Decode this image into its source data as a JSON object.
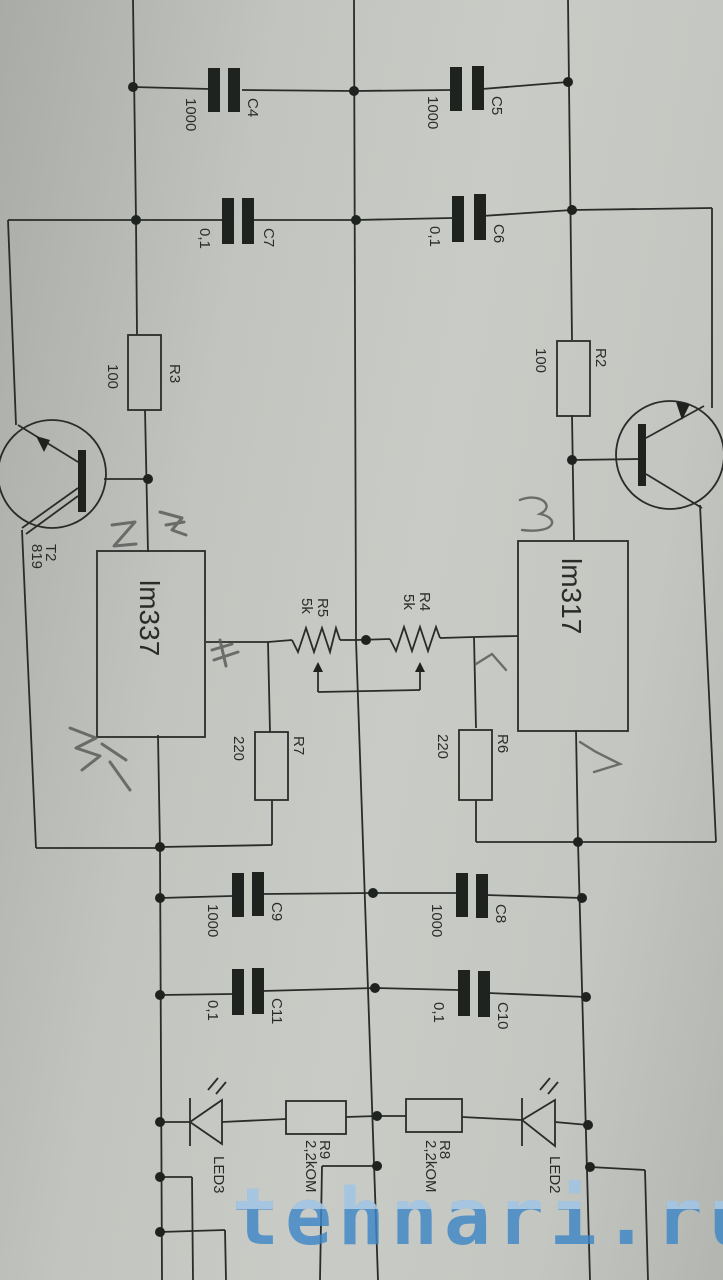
{
  "diagram": {
    "type": "circuit-schematic",
    "description": "Bipolar adjustable power supply (photo of printed schematic, rotated)",
    "capacitors": [
      {
        "ref": "C4",
        "value": "1000"
      },
      {
        "ref": "C5",
        "value": "1000"
      },
      {
        "ref": "C6",
        "value": "0,1"
      },
      {
        "ref": "C7",
        "value": "0,1"
      },
      {
        "ref": "C8",
        "value": "1000"
      },
      {
        "ref": "C9",
        "value": "1000"
      },
      {
        "ref": "C10",
        "value": "0,1"
      },
      {
        "ref": "C11",
        "value": "0,1"
      }
    ],
    "resistors": [
      {
        "ref": "R2",
        "value": "100"
      },
      {
        "ref": "R3",
        "value": "100"
      },
      {
        "ref": "R4",
        "value": "5k"
      },
      {
        "ref": "R5",
        "value": "5k"
      },
      {
        "ref": "R6",
        "value": "220"
      },
      {
        "ref": "R7",
        "value": "220"
      },
      {
        "ref": "R8",
        "value": "2,2kOM"
      },
      {
        "ref": "R9",
        "value": "2,2kOM"
      }
    ],
    "transistors": [
      {
        "ref": "T2",
        "value": "819"
      }
    ],
    "regulators": [
      {
        "label": "lm317"
      },
      {
        "label": "lm337"
      }
    ],
    "leds": [
      {
        "ref": "LED2"
      },
      {
        "ref": "LED3"
      }
    ],
    "handwritten_pin_numbers": {
      "lm317": [
        "3",
        "1",
        "2"
      ],
      "lm337": [
        "2",
        "1",
        "3"
      ]
    }
  },
  "watermark": {
    "text": "tehnari.ru",
    "color": "#4a90c8"
  }
}
